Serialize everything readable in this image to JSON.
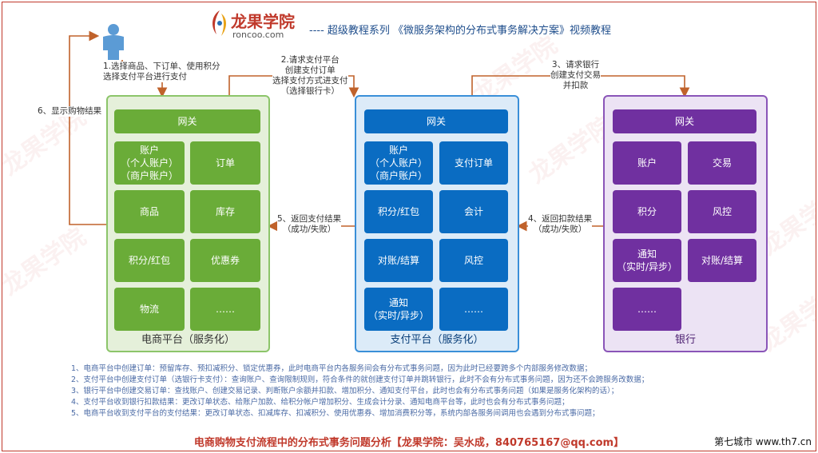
{
  "header": {
    "logo_text": "龙果学院",
    "logo_url": "roncoo.com",
    "title": "---- 超级教程系列    《微服务架构的分布式事务解决方案》视频教程"
  },
  "steps": {
    "s1": "1.选择商品、下订单、使用积分\n选择支付平台进行支付",
    "s2": "2.请求支付平台\n创建支付订单\n选择支付方式进支付\n（选择银行卡）",
    "s3": "3、请求银行\n创建支付交易\n并扣款",
    "s4": "4、返回扣款结果\n（成功/失败）",
    "s5": "5、返回支付结果\n（成功/失败）",
    "s6": "6、显示购物结果"
  },
  "panels": {
    "ecommerce": {
      "label": "电商平台（服务化）",
      "gateway": "网关",
      "boxes": [
        "账户\n（个人账户）\n（商户账户）",
        "订单",
        "商品",
        "库存",
        "积分/红包",
        "优惠券",
        "物流",
        "……"
      ]
    },
    "payment": {
      "label": "支付平台（服务化）",
      "gateway": "网关",
      "boxes": [
        "账户\n（个人账户）\n（商户账户）",
        "支付订单",
        "积分/红包",
        "会计",
        "对账/结算",
        "风控",
        "通知\n（实时/异步）",
        "……"
      ]
    },
    "bank": {
      "label": "银行",
      "gateway": "网关",
      "boxes": [
        "账户",
        "交易",
        "积分",
        "风控",
        "通知\n（实时/异步）",
        "对账/结算",
        "……"
      ]
    }
  },
  "footnotes": [
    "1、电商平台中创建订单：预留库存、预扣减积分、锁定优惠券，此时电商平台内各服务间会有分布式事务问题，因为此时已经要跨多个内部服务修改数据；",
    "2、支付平台中创建支付订单（选银行卡支付）：查询账户、查询限制规则，符合条件的就创建支付订单并跳转银行，此时不会有分布式事务问题，因为还不会跨服务改数据；",
    "3、银行平台中创建交易订单：查找账户、创建交易记录、判断账户余额并扣款、增加积分、通知支付平台，此时也会有分布式事务问题（如果是服务化架构的话）；",
    "4、支付平台收到银行扣款结果：更改订单状态、给账户加款、给积分帐户增加积分、生成会计分录、通知电商平台等，此时也会有分布式事务问题；",
    "5、电商平台收到支付平台的支付结果：更改订单状态、扣减库存、扣减积分、使用优惠券、增加消费积分等，系统内部各服务间调用也会遇到分布式事问题；"
  ],
  "bottom_title": "电商购物支付流程中的分布式事务问题分析【龙果学院：吴水成，840765167@qq.com】",
  "corner": "第七城市 www.th7.cn",
  "watermark": "龙果学院",
  "colors": {
    "green": "#6aac38",
    "blue": "#0a6cc2",
    "purple": "#7030a0",
    "arrow": "#c0622b",
    "accent": "#c0392b"
  }
}
